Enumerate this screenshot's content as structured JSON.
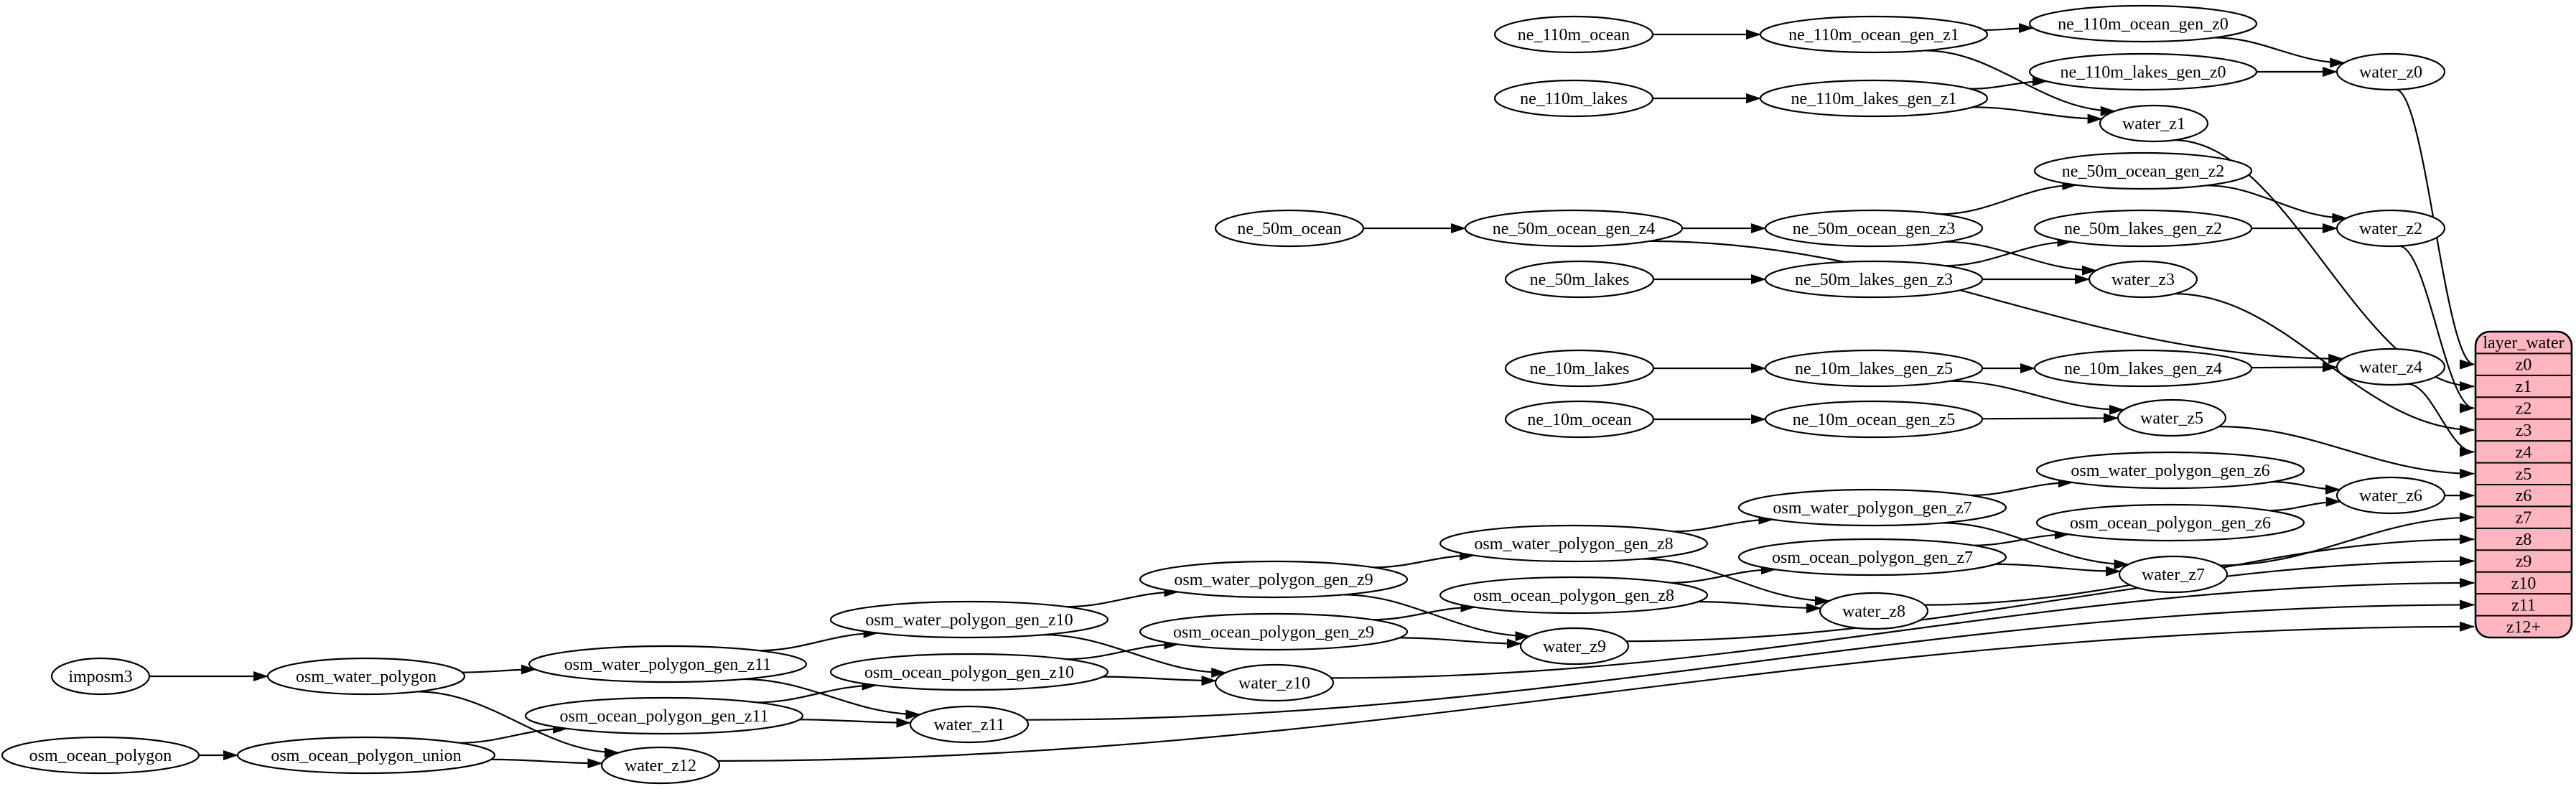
{
  "diagram": {
    "background_color": "#ffffff",
    "node_fill": "#ffffff",
    "node_stroke": "#000000",
    "edge_color": "#000000",
    "nodes": [
      {
        "id": "imposm3",
        "label": "imposm3"
      },
      {
        "id": "osm_water_polygon",
        "label": "osm_water_polygon"
      },
      {
        "id": "osm_ocean_polygon",
        "label": "osm_ocean_polygon"
      },
      {
        "id": "osm_ocean_polygon_union",
        "label": "osm_ocean_polygon_union"
      },
      {
        "id": "osm_water_polygon_gen_z11",
        "label": "osm_water_polygon_gen_z11"
      },
      {
        "id": "osm_ocean_polygon_gen_z11",
        "label": "osm_ocean_polygon_gen_z11"
      },
      {
        "id": "water_z12",
        "label": "water_z12"
      },
      {
        "id": "osm_water_polygon_gen_z10",
        "label": "osm_water_polygon_gen_z10"
      },
      {
        "id": "osm_ocean_polygon_gen_z10",
        "label": "osm_ocean_polygon_gen_z10"
      },
      {
        "id": "water_z11",
        "label": "water_z11"
      },
      {
        "id": "osm_water_polygon_gen_z9",
        "label": "osm_water_polygon_gen_z9"
      },
      {
        "id": "osm_ocean_polygon_gen_z9",
        "label": "osm_ocean_polygon_gen_z9"
      },
      {
        "id": "water_z10",
        "label": "water_z10"
      },
      {
        "id": "osm_water_polygon_gen_z8",
        "label": "osm_water_polygon_gen_z8"
      },
      {
        "id": "osm_ocean_polygon_gen_z8",
        "label": "osm_ocean_polygon_gen_z8"
      },
      {
        "id": "water_z9",
        "label": "water_z9"
      },
      {
        "id": "osm_water_polygon_gen_z7",
        "label": "osm_water_polygon_gen_z7"
      },
      {
        "id": "osm_ocean_polygon_gen_z7",
        "label": "osm_ocean_polygon_gen_z7"
      },
      {
        "id": "water_z8",
        "label": "water_z8"
      },
      {
        "id": "osm_water_polygon_gen_z6",
        "label": "osm_water_polygon_gen_z6"
      },
      {
        "id": "osm_ocean_polygon_gen_z6",
        "label": "osm_ocean_polygon_gen_z6"
      },
      {
        "id": "water_z7",
        "label": "water_z7"
      },
      {
        "id": "water_z6",
        "label": "water_z6"
      },
      {
        "id": "ne_110m_ocean",
        "label": "ne_110m_ocean"
      },
      {
        "id": "ne_110m_lakes",
        "label": "ne_110m_lakes"
      },
      {
        "id": "ne_110m_ocean_gen_z1",
        "label": "ne_110m_ocean_gen_z1"
      },
      {
        "id": "ne_110m_lakes_gen_z1",
        "label": "ne_110m_lakes_gen_z1"
      },
      {
        "id": "ne_110m_ocean_gen_z0",
        "label": "ne_110m_ocean_gen_z0"
      },
      {
        "id": "ne_110m_lakes_gen_z0",
        "label": "ne_110m_lakes_gen_z0"
      },
      {
        "id": "water_z0",
        "label": "water_z0"
      },
      {
        "id": "water_z1",
        "label": "water_z1"
      },
      {
        "id": "ne_50m_ocean",
        "label": "ne_50m_ocean"
      },
      {
        "id": "ne_50m_ocean_gen_z4",
        "label": "ne_50m_ocean_gen_z4"
      },
      {
        "id": "ne_50m_ocean_gen_z3",
        "label": "ne_50m_ocean_gen_z3"
      },
      {
        "id": "ne_50m_ocean_gen_z2",
        "label": "ne_50m_ocean_gen_z2"
      },
      {
        "id": "ne_50m_lakes",
        "label": "ne_50m_lakes"
      },
      {
        "id": "ne_50m_lakes_gen_z3",
        "label": "ne_50m_lakes_gen_z3"
      },
      {
        "id": "ne_50m_lakes_gen_z2",
        "label": "ne_50m_lakes_gen_z2"
      },
      {
        "id": "water_z2",
        "label": "water_z2"
      },
      {
        "id": "water_z3",
        "label": "water_z3"
      },
      {
        "id": "ne_10m_lakes",
        "label": "ne_10m_lakes"
      },
      {
        "id": "ne_10m_lakes_gen_z5",
        "label": "ne_10m_lakes_gen_z5"
      },
      {
        "id": "ne_10m_lakes_gen_z4",
        "label": "ne_10m_lakes_gen_z4"
      },
      {
        "id": "water_z4",
        "label": "water_z4"
      },
      {
        "id": "ne_10m_ocean",
        "label": "ne_10m_ocean"
      },
      {
        "id": "ne_10m_ocean_gen_z5",
        "label": "ne_10m_ocean_gen_z5"
      },
      {
        "id": "water_z5",
        "label": "water_z5"
      }
    ],
    "edges": [
      {
        "from": "ne_110m_ocean",
        "to": "ne_110m_ocean_gen_z1"
      },
      {
        "from": "ne_110m_ocean_gen_z1",
        "to": "ne_110m_ocean_gen_z0"
      },
      {
        "from": "ne_110m_ocean_gen_z1",
        "to": "water_z1"
      },
      {
        "from": "ne_110m_ocean_gen_z0",
        "to": "water_z0"
      },
      {
        "from": "ne_110m_lakes",
        "to": "ne_110m_lakes_gen_z1"
      },
      {
        "from": "ne_110m_lakes_gen_z1",
        "to": "ne_110m_lakes_gen_z0"
      },
      {
        "from": "ne_110m_lakes_gen_z1",
        "to": "water_z1"
      },
      {
        "from": "ne_110m_lakes_gen_z0",
        "to": "water_z0"
      },
      {
        "from": "ne_50m_ocean",
        "to": "ne_50m_ocean_gen_z4"
      },
      {
        "from": "ne_50m_ocean_gen_z4",
        "to": "ne_50m_ocean_gen_z3"
      },
      {
        "from": "ne_50m_ocean_gen_z4",
        "to": "water_z4"
      },
      {
        "from": "ne_50m_ocean_gen_z3",
        "to": "ne_50m_ocean_gen_z2"
      },
      {
        "from": "ne_50m_ocean_gen_z3",
        "to": "water_z3"
      },
      {
        "from": "ne_50m_ocean_gen_z2",
        "to": "water_z2"
      },
      {
        "from": "ne_50m_lakes",
        "to": "ne_50m_lakes_gen_z3"
      },
      {
        "from": "ne_50m_lakes_gen_z3",
        "to": "ne_50m_lakes_gen_z2"
      },
      {
        "from": "ne_50m_lakes_gen_z3",
        "to": "water_z3"
      },
      {
        "from": "ne_50m_lakes_gen_z2",
        "to": "water_z2"
      },
      {
        "from": "ne_10m_lakes",
        "to": "ne_10m_lakes_gen_z5"
      },
      {
        "from": "ne_10m_lakes_gen_z5",
        "to": "ne_10m_lakes_gen_z4"
      },
      {
        "from": "ne_10m_lakes_gen_z5",
        "to": "water_z5"
      },
      {
        "from": "ne_10m_lakes_gen_z4",
        "to": "water_z4"
      },
      {
        "from": "ne_10m_ocean",
        "to": "ne_10m_ocean_gen_z5"
      },
      {
        "from": "ne_10m_ocean_gen_z5",
        "to": "water_z5"
      },
      {
        "from": "imposm3",
        "to": "osm_water_polygon"
      },
      {
        "from": "osm_water_polygon",
        "to": "osm_water_polygon_gen_z11"
      },
      {
        "from": "osm_water_polygon",
        "to": "water_z12"
      },
      {
        "from": "osm_ocean_polygon",
        "to": "osm_ocean_polygon_union"
      },
      {
        "from": "osm_ocean_polygon_union",
        "to": "osm_ocean_polygon_gen_z11"
      },
      {
        "from": "osm_ocean_polygon_union",
        "to": "water_z12"
      },
      {
        "from": "osm_water_polygon_gen_z11",
        "to": "osm_water_polygon_gen_z10"
      },
      {
        "from": "osm_water_polygon_gen_z11",
        "to": "water_z11"
      },
      {
        "from": "osm_ocean_polygon_gen_z11",
        "to": "osm_ocean_polygon_gen_z10"
      },
      {
        "from": "osm_ocean_polygon_gen_z11",
        "to": "water_z11"
      },
      {
        "from": "osm_water_polygon_gen_z10",
        "to": "osm_water_polygon_gen_z9"
      },
      {
        "from": "osm_water_polygon_gen_z10",
        "to": "water_z10"
      },
      {
        "from": "osm_ocean_polygon_gen_z10",
        "to": "osm_ocean_polygon_gen_z9"
      },
      {
        "from": "osm_ocean_polygon_gen_z10",
        "to": "water_z10"
      },
      {
        "from": "osm_water_polygon_gen_z9",
        "to": "osm_water_polygon_gen_z8"
      },
      {
        "from": "osm_water_polygon_gen_z9",
        "to": "water_z9"
      },
      {
        "from": "osm_ocean_polygon_gen_z9",
        "to": "osm_ocean_polygon_gen_z8"
      },
      {
        "from": "osm_ocean_polygon_gen_z9",
        "to": "water_z9"
      },
      {
        "from": "osm_water_polygon_gen_z8",
        "to": "osm_water_polygon_gen_z7"
      },
      {
        "from": "osm_water_polygon_gen_z8",
        "to": "water_z8"
      },
      {
        "from": "osm_ocean_polygon_gen_z8",
        "to": "osm_ocean_polygon_gen_z7"
      },
      {
        "from": "osm_ocean_polygon_gen_z8",
        "to": "water_z8"
      },
      {
        "from": "osm_water_polygon_gen_z7",
        "to": "osm_water_polygon_gen_z6"
      },
      {
        "from": "osm_water_polygon_gen_z7",
        "to": "water_z7"
      },
      {
        "from": "osm_ocean_polygon_gen_z7",
        "to": "osm_ocean_polygon_gen_z6"
      },
      {
        "from": "osm_ocean_polygon_gen_z7",
        "to": "water_z7"
      },
      {
        "from": "osm_water_polygon_gen_z6",
        "to": "water_z6"
      },
      {
        "from": "osm_ocean_polygon_gen_z6",
        "to": "water_z6"
      },
      {
        "from": "water_z0",
        "to": "table:z0"
      },
      {
        "from": "water_z1",
        "to": "table:z1"
      },
      {
        "from": "water_z2",
        "to": "table:z2"
      },
      {
        "from": "water_z3",
        "to": "table:z3"
      },
      {
        "from": "water_z4",
        "to": "table:z4"
      },
      {
        "from": "water_z5",
        "to": "table:z5"
      },
      {
        "from": "water_z6",
        "to": "table:z6"
      },
      {
        "from": "water_z7",
        "to": "table:z7"
      },
      {
        "from": "water_z8",
        "to": "table:z8"
      },
      {
        "from": "water_z9",
        "to": "table:z9"
      },
      {
        "from": "water_z10",
        "to": "table:z10"
      },
      {
        "from": "water_z11",
        "to": "table:z11"
      },
      {
        "from": "water_z12",
        "to": "table:z12+"
      }
    ],
    "layer_table": {
      "title": "layer_water",
      "fill": "#ffb6c1",
      "stroke": "#000000",
      "rows": [
        "z0",
        "z1",
        "z2",
        "z3",
        "z4",
        "z5",
        "z6",
        "z7",
        "z8",
        "z9",
        "z10",
        "z11",
        "z12+"
      ]
    }
  }
}
